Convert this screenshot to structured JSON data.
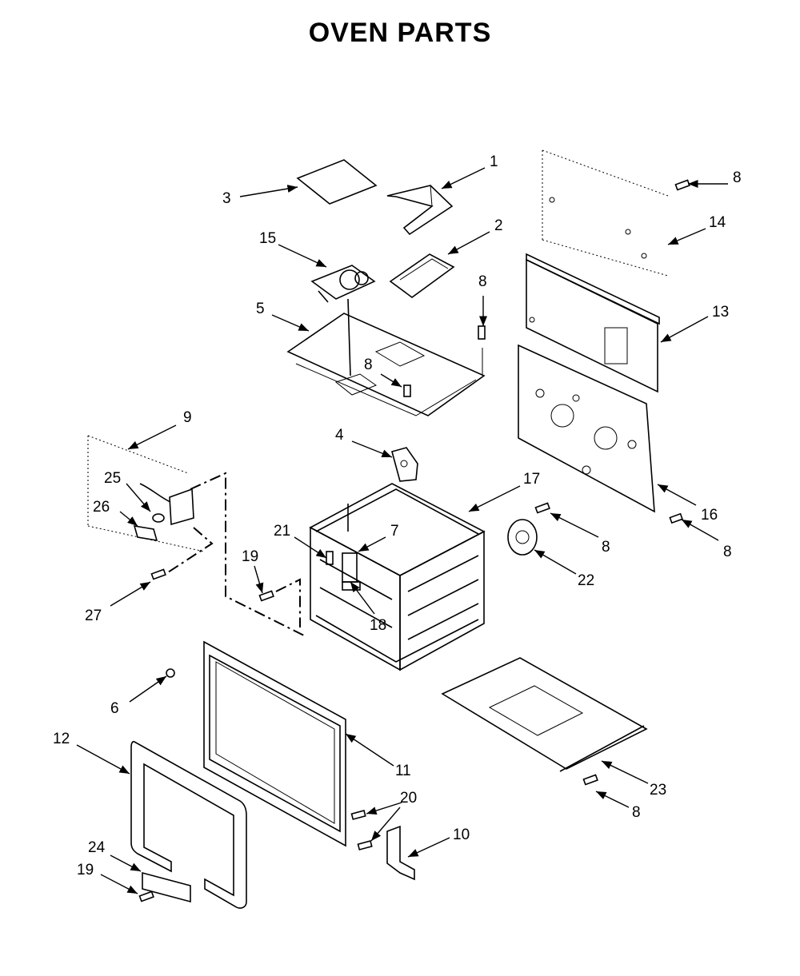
{
  "title": "OVEN PARTS",
  "parts": [
    {
      "number": "1"
    },
    {
      "number": "2"
    },
    {
      "number": "3"
    },
    {
      "number": "15"
    },
    {
      "number": "5"
    },
    {
      "number": "8"
    },
    {
      "number": "8"
    },
    {
      "number": "8"
    },
    {
      "number": "14"
    },
    {
      "number": "13"
    },
    {
      "number": "16"
    },
    {
      "number": "8"
    },
    {
      "number": "9"
    },
    {
      "number": "25"
    },
    {
      "number": "26"
    },
    {
      "number": "27"
    },
    {
      "number": "4"
    },
    {
      "number": "17"
    },
    {
      "number": "21"
    },
    {
      "number": "7"
    },
    {
      "number": "19"
    },
    {
      "number": "18"
    },
    {
      "number": "8"
    },
    {
      "number": "22"
    },
    {
      "number": "6"
    },
    {
      "number": "11"
    },
    {
      "number": "12"
    },
    {
      "number": "20"
    },
    {
      "number": "10"
    },
    {
      "number": "23"
    },
    {
      "number": "8"
    },
    {
      "number": "24"
    },
    {
      "number": "19"
    }
  ]
}
